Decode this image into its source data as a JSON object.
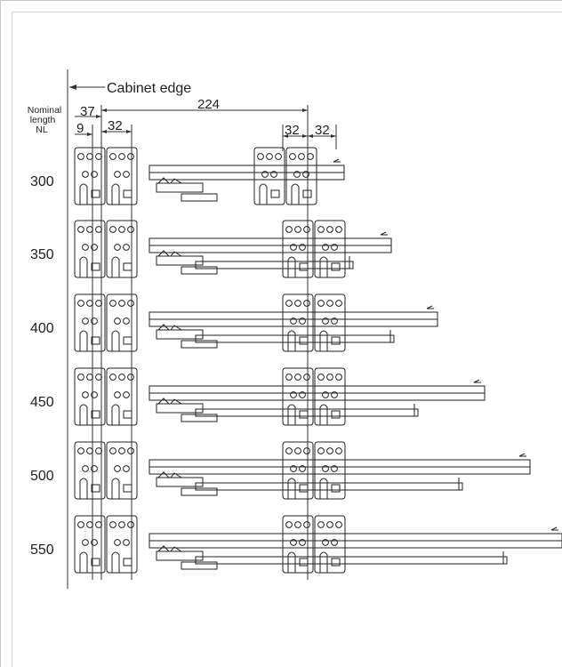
{
  "labels": {
    "cabinet_edge": "Cabinet edge",
    "nominal_line1": "Nominal",
    "nominal_line2": "length",
    "nominal_line3": "NL"
  },
  "dimensions": {
    "d37": "37",
    "d224": "224",
    "d9": "9",
    "d32_left": "32",
    "d32_right_a": "32",
    "d32_right_b": "32"
  },
  "rows": [
    {
      "nl": "300"
    },
    {
      "nl": "350"
    },
    {
      "nl": "400"
    },
    {
      "nl": "450"
    },
    {
      "nl": "500"
    },
    {
      "nl": "550"
    }
  ]
}
